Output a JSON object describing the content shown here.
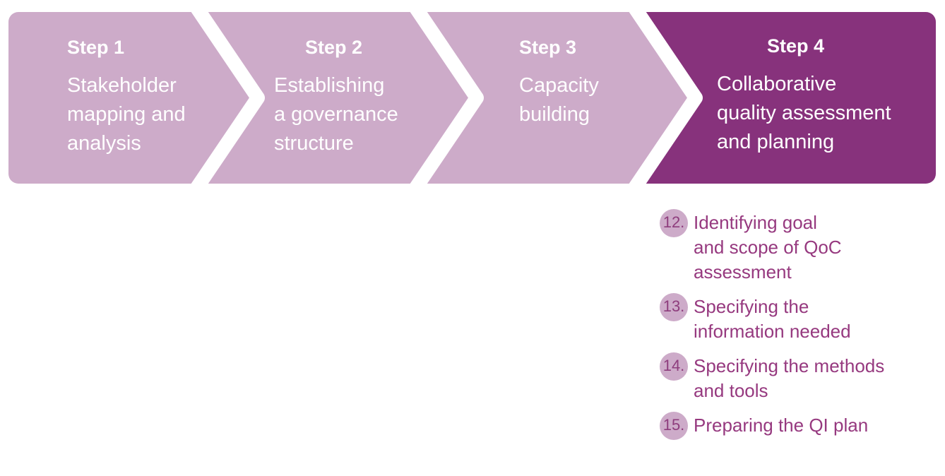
{
  "colors": {
    "step_inactive": "#cdabc9",
    "step_active": "#87327c",
    "separator": "#ffffff",
    "badge_bg": "#cdabc9",
    "badge_text": "#8e3d7d",
    "list_text": "#96397f",
    "page_bg": "#ffffff"
  },
  "process": {
    "steps": [
      {
        "title": "Step 1",
        "body_lines": [
          "Stakeholder",
          "mapping and",
          "analysis"
        ],
        "active": false
      },
      {
        "title": "Step 2",
        "body_lines": [
          "Establishing",
          "a governance",
          "structure"
        ],
        "active": false
      },
      {
        "title": "Step 3",
        "body_lines": [
          "Capacity",
          "building"
        ],
        "active": false
      },
      {
        "title": "Step 4",
        "body_lines": [
          "Collaborative",
          "quality assessment",
          "and planning"
        ],
        "active": true
      }
    ]
  },
  "list": {
    "items": [
      {
        "number": "12.",
        "lines": [
          "Identifying goal",
          "and scope of QoC",
          "assessment"
        ]
      },
      {
        "number": "13.",
        "lines": [
          "Specifying the",
          "information needed"
        ]
      },
      {
        "number": "14.",
        "lines": [
          "Specifying the methods",
          "and tools"
        ]
      },
      {
        "number": "15.",
        "lines": [
          "Preparing the QI plan"
        ]
      }
    ]
  }
}
